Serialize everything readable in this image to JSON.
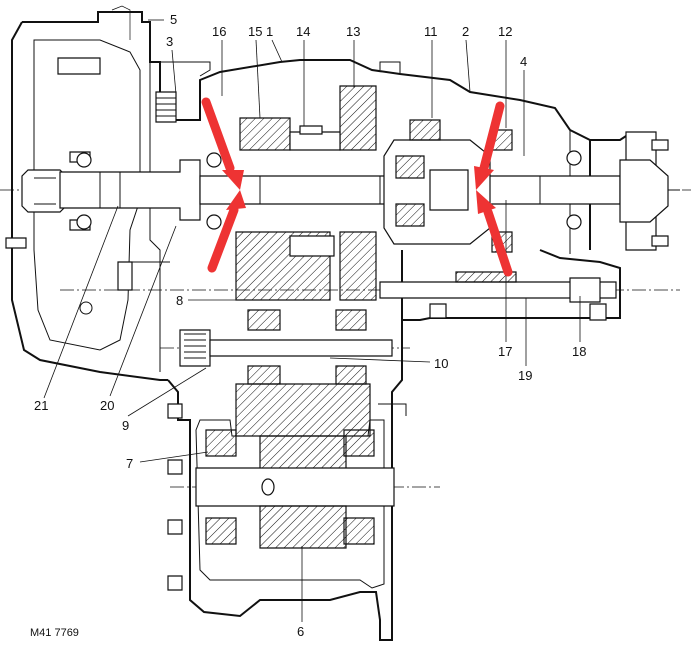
{
  "figure_ref": "M41 7769",
  "callouts": [
    {
      "id": "c1",
      "label": "1"
    },
    {
      "id": "c2",
      "label": "2"
    },
    {
      "id": "c3",
      "label": "3"
    },
    {
      "id": "c4",
      "label": "4"
    },
    {
      "id": "c5",
      "label": "5"
    },
    {
      "id": "c6",
      "label": "6"
    },
    {
      "id": "c7",
      "label": "7"
    },
    {
      "id": "c8",
      "label": "8"
    },
    {
      "id": "c9",
      "label": "9"
    },
    {
      "id": "c10",
      "label": "10"
    },
    {
      "id": "c11",
      "label": "11"
    },
    {
      "id": "c12",
      "label": "12"
    },
    {
      "id": "c13",
      "label": "13"
    },
    {
      "id": "c14",
      "label": "14"
    },
    {
      "id": "c15",
      "label": "15"
    },
    {
      "id": "c16",
      "label": "16"
    },
    {
      "id": "c17",
      "label": "17"
    },
    {
      "id": "c18",
      "label": "18"
    },
    {
      "id": "c19",
      "label": "19"
    },
    {
      "id": "c20",
      "label": "20"
    },
    {
      "id": "c21",
      "label": "21"
    }
  ],
  "colors": {
    "line": "#111111",
    "background": "#ffffff",
    "highlight_arrows": "#ee3333"
  }
}
